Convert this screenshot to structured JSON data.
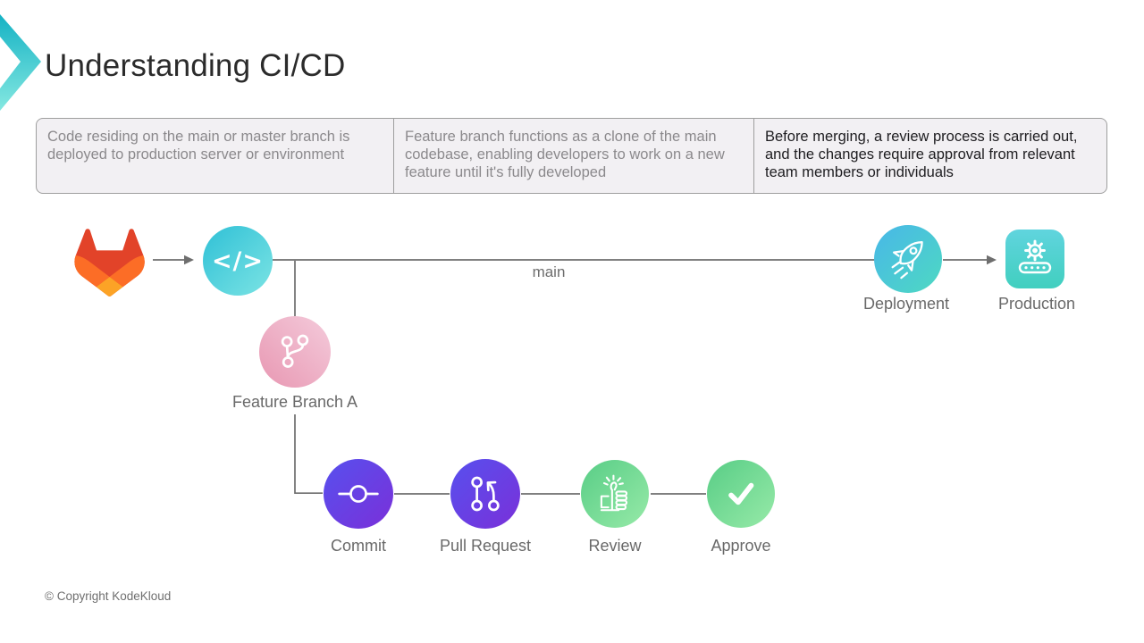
{
  "title": "Understanding CI/CD",
  "info_boxes": [
    {
      "text": "Code residing on the main or master branch is deployed to production server or environment"
    },
    {
      "text": "Feature branch functions as a clone of the main codebase, enabling developers to work on a new feature until it's fully developed"
    },
    {
      "text": "Before merging, a review process is carried out, and the changes require approval from relevant team members or individuals"
    }
  ],
  "diagram": {
    "main_branch_label": "main",
    "nodes": {
      "code": {
        "glyph": "</>"
      },
      "feature_branch": {
        "label": "Feature Branch A"
      },
      "commit": {
        "label": "Commit"
      },
      "pull_request": {
        "label": "Pull Request"
      },
      "review": {
        "label": "Review"
      },
      "approve": {
        "label": "Approve"
      },
      "deployment": {
        "label": "Deployment"
      },
      "production": {
        "label": "Production"
      }
    }
  },
  "footer": {
    "copyright": "© Copyright KodeKloud"
  },
  "colors": {
    "accent_teal": "#2fc0d6",
    "teal_light": "#7ce4e4",
    "deployment_blue": "#48b7e8",
    "deployment_teal": "#4ed9c2",
    "production_light": "#60d4de",
    "production_teal": "#41cfbf",
    "feature_pink_dark": "#e897b2",
    "feature_pink_light": "#f4cbdb",
    "ci_purple_dark": "#5750ee",
    "ci_purple_light": "#7a30d9",
    "ci_green_dark": "#58cd86",
    "ci_green_light": "#97eaa8",
    "connector_gray": "#6e6e6e",
    "gitlab_red": "#e24329",
    "gitlab_orange": "#fc6d26",
    "gitlab_yellow": "#fca326"
  }
}
